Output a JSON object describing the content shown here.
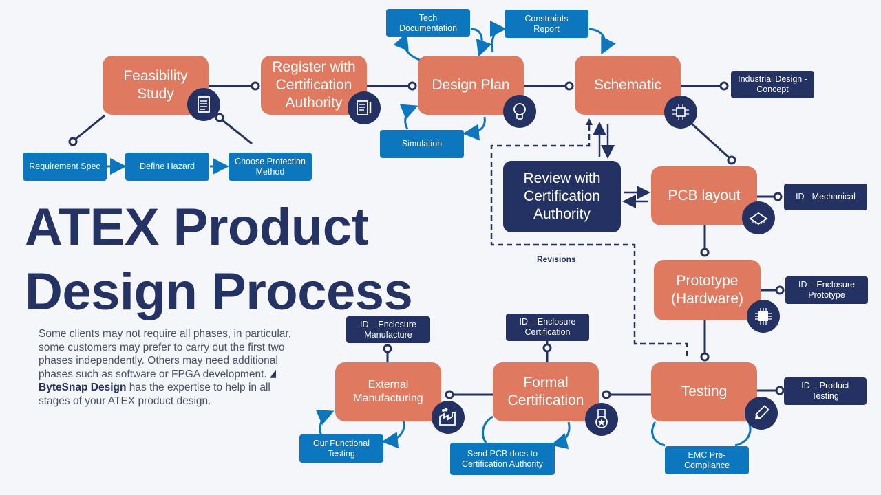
{
  "title": {
    "line1": "ATEX Product",
    "line2": "Design Process"
  },
  "intro": {
    "text": "Some clients may not require all phases, in particular, some customers may prefer to carry out the first two phases independently. Others may need additional phases such as software or FPGA development. ",
    "brand": "ByteSnap Design",
    "suffix": " has the expertise to help in all stages of your ATEX product design."
  },
  "stages": {
    "feasibility": "Feasibility\nStudy",
    "register": "Register with\nCertification\nAuthority",
    "design_plan": "Design Plan",
    "schematic": "Schematic",
    "review": "Review with\nCertification\nAuthority",
    "pcb_layout": "PCB layout",
    "prototype": "Prototype\n(Hardware)",
    "testing": "Testing",
    "formal_cert": "Formal\nCertification",
    "external_mfg": "External\nManufacturing"
  },
  "tasks": {
    "requirement_spec": "Requirement Spec",
    "define_hazard": "Define Hazard",
    "choose_protection": "Choose Protection\nMethod",
    "tech_docs": "Tech\nDocumentation",
    "simulation": "Simulation",
    "constraints": "Constraints\nReport",
    "id_concept": "Industrial Design -\nConcept",
    "id_mechanical": "ID - Mechanical",
    "id_enclosure_proto": "ID – Enclosure\nPrototype",
    "id_product_testing": "ID – Product\nTesting",
    "emc": "EMC Pre-\nCompliance",
    "id_enclosure_cert": "ID – Enclosure\nCertification",
    "send_pcb": "Send PCB docs to\nCertification Authority",
    "id_enclosure_mfg": "ID – Enclosure\nManufacture",
    "functional_testing": "Our Functional\nTesting"
  },
  "revisions_label": "Revisions",
  "icons": [
    "document-icon",
    "form-icon",
    "lightbulb-icon",
    "circuit-icon",
    "chip-icon",
    "processor-icon",
    "pencil-icon",
    "medal-icon",
    "factory-icon"
  ],
  "colors": {
    "stage": "#df7a60",
    "navy": "#243263",
    "blue": "#0c77bf",
    "background": "#f4f6f9"
  }
}
